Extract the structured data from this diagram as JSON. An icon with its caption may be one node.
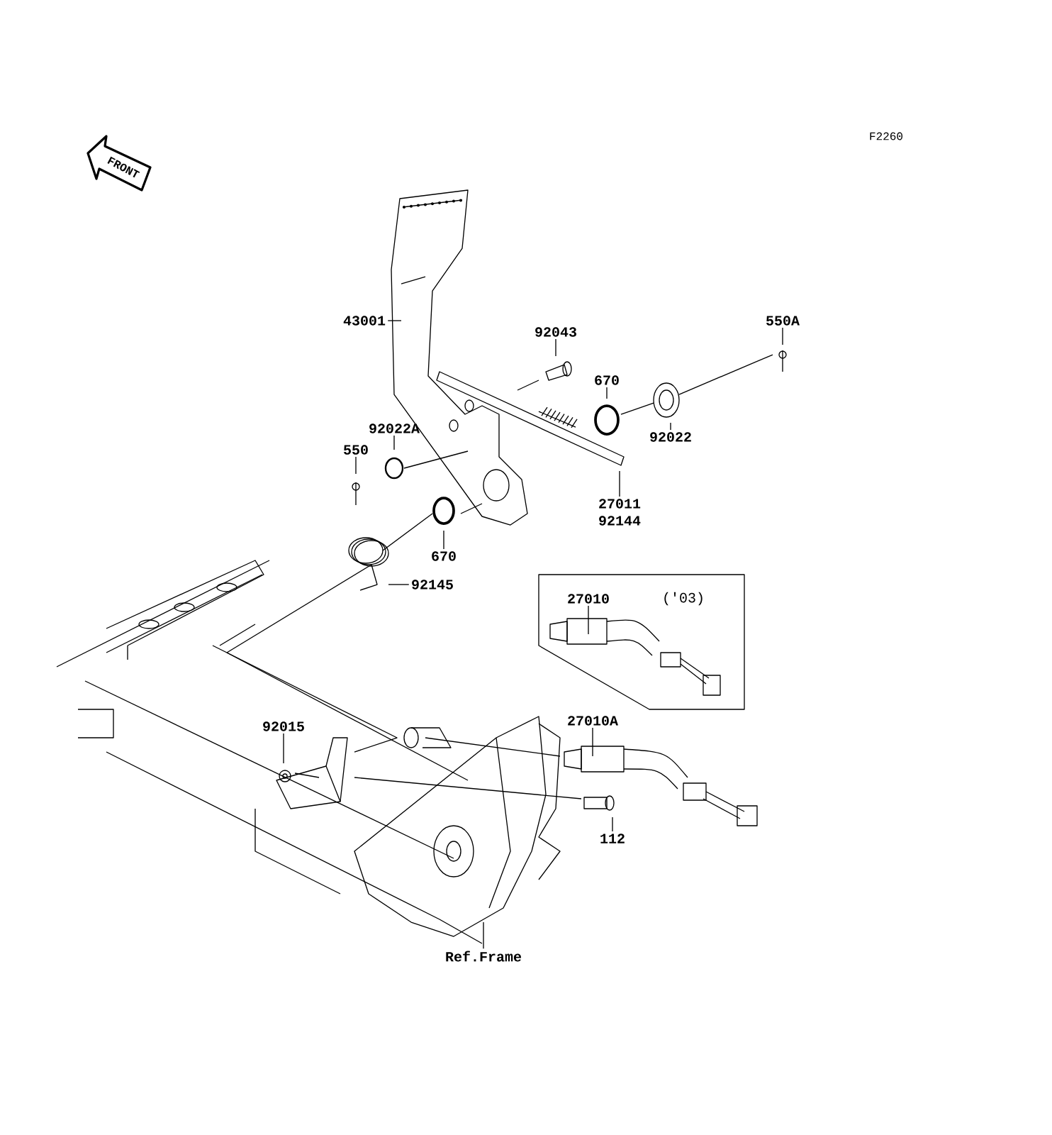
{
  "diagram": {
    "nodes": [
      {
        "text": [
          "43001"
        ]
      },
      {
        "text": [
          "92043"
        ]
      },
      {
        "text": [
          "550A"
        ]
      },
      {
        "text": [
          "670"
        ]
      },
      {
        "text": [
          "92022"
        ]
      },
      {
        "text": [
          "92022A"
        ]
      },
      {
        "text": [
          "550"
        ]
      },
      {
        "text": [
          "27011 92144"
        ]
      },
      {
        "text": [
          "670"
        ]
      },
      {
        "text": [
          "92145"
        ]
      },
      {
        "text": [
          "27010"
        ]
      },
      {
        "text": [
          "27010A"
        ]
      },
      {
        "text": [
          "92015"
        ]
      },
      {
        "text": [
          "112"
        ]
      },
      {
        "text": [
          "Ref.Frame"
        ]
      }
    ],
    "edges": [
      {
        "from": 0,
        "to": null,
        "arrow": "none"
      },
      {
        "from": 1,
        "to": null,
        "arrow": "none"
      },
      {
        "from": 2,
        "to": null,
        "arrow": "none"
      },
      {
        "from": 3,
        "to": null,
        "arrow": "none"
      },
      {
        "from": 4,
        "to": null,
        "arrow": "none"
      },
      {
        "from": 5,
        "to": null,
        "arrow": "none"
      },
      {
        "from": 6,
        "to": null,
        "arrow": "none"
      },
      {
        "from": 7,
        "to": null,
        "arrow": "none"
      },
      {
        "from": 8,
        "to": null,
        "arrow": "none"
      },
      {
        "from": 9,
        "to": null,
        "arrow": "none"
      },
      {
        "from": 10,
        "to": null,
        "arrow": "none"
      },
      {
        "from": 11,
        "to": null,
        "arrow": "none"
      },
      {
        "from": 12,
        "to": null,
        "arrow": "none"
      },
      {
        "from": 13,
        "to": null,
        "arrow": "none"
      },
      {
        "from": 14,
        "to": null,
        "arrow": "none"
      }
    ],
    "labels": [
      "F2260",
      "FRONT",
      "('03)"
    ]
  }
}
